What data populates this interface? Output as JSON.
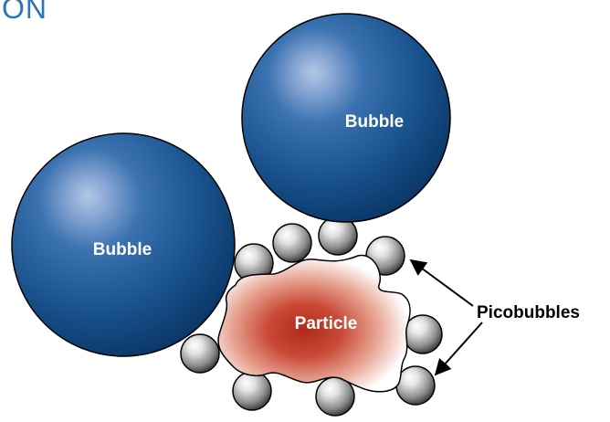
{
  "header": {
    "partial_text": "ON"
  },
  "labels": {
    "bubble_top": "Bubble",
    "bubble_left": "Bubble",
    "particle": "Particle",
    "picobubbles": "Picobubbles"
  },
  "colors": {
    "header_text": "#2b77b6",
    "bubble_highlight": "#9ab4dc",
    "bubble_mid": "#2d68a7",
    "bubble_dark": "#0b3c6e",
    "bubble_outline": "#000000",
    "particle_core": "#b22a1c",
    "particle_mid": "#d97d6a",
    "particle_edge": "#ffffff",
    "picobubble_light": "#ffffff",
    "picobubble_dark": "#2a2a2a",
    "arrow": "#000000"
  },
  "icons": {
    "bubble": "large-sphere",
    "picobubble": "small-gray-sphere",
    "particle": "irregular-red-particle",
    "arrow": "callout-arrow"
  }
}
